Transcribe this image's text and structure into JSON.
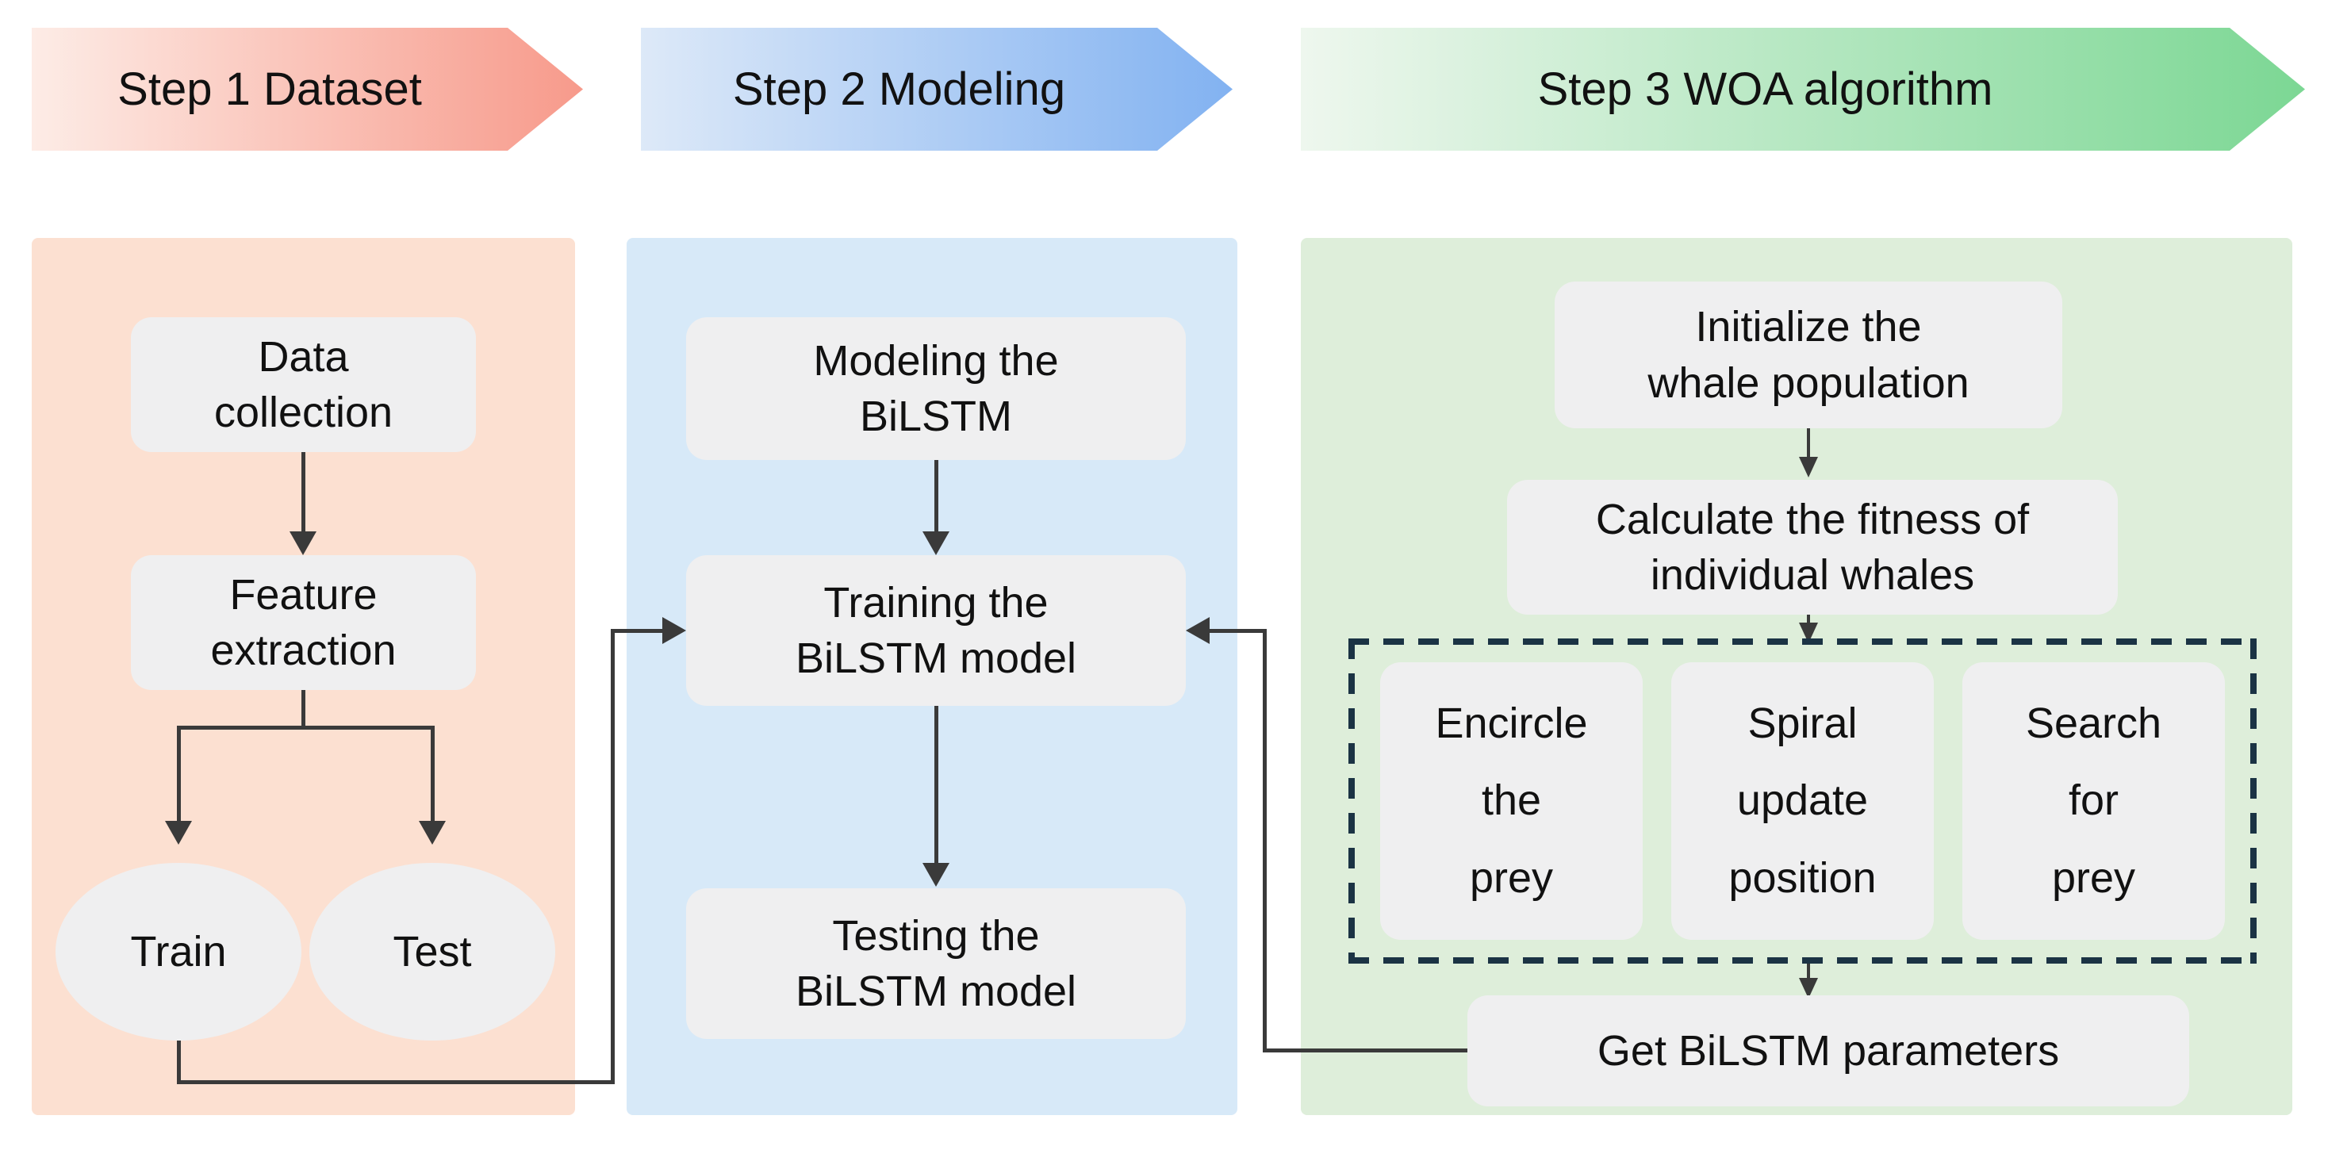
{
  "banners": [
    {
      "label": "Step 1 Dataset"
    },
    {
      "label": "Step 2 Modeling"
    },
    {
      "label": "Step 3 WOA algorithm"
    }
  ],
  "dataset": {
    "data_collection": "Data\ncollection",
    "feature_extraction": "Feature\nextraction",
    "train": "Train",
    "test": "Test"
  },
  "modeling": {
    "modeling_bilstm": "Modeling the\nBiLSTM",
    "training_bilstm": "Training the\nBiLSTM model",
    "testing_bilstm": "Testing the\nBiLSTM model"
  },
  "woa": {
    "initialize": "Initialize the\nwhale population",
    "fitness": "Calculate the fitness of\nindividual whales",
    "encircle": "Encircle\nthe\nprey",
    "spiral": "Spiral\nupdate\nposition",
    "search": "Search\nfor\nprey",
    "get_params": "Get BiLSTM parameters"
  },
  "colors": {
    "banner1_from": "#fdece6",
    "banner1_to": "#f79a8b",
    "banner2_from": "#dde9f8",
    "banner2_to": "#82b2f1",
    "banner3_from": "#eef7ee",
    "banner3_to": "#7cd794",
    "panel_dataset": "#fce0d1",
    "panel_modeling": "#d7e9f8",
    "panel_woa": "#deeeda",
    "node_fill": "#efeff0",
    "line": "#3a3a3a",
    "dash": "#1b3344",
    "text": "#111111"
  }
}
